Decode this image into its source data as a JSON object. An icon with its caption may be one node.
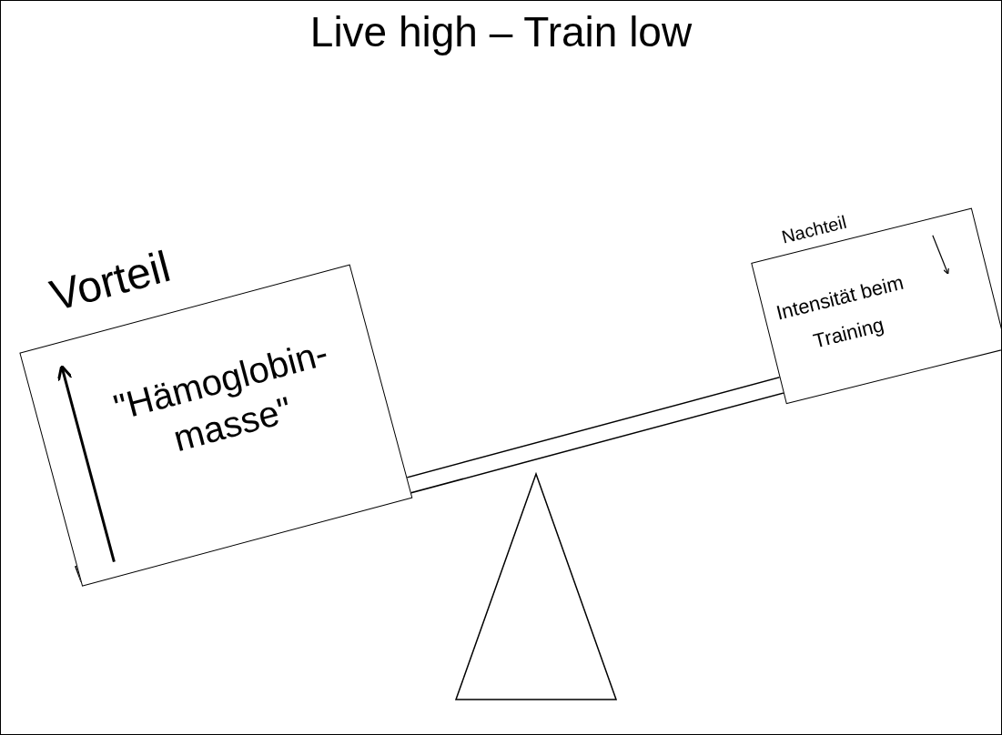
{
  "diagram": {
    "title": "Live high – Train low",
    "nodes": [
      {
        "text": [
          "Vorteil",
          "\"Hämoglobin- masse\""
        ]
      },
      {
        "text": [
          "Nachteil",
          "Intensität beim Training"
        ]
      }
    ]
  }
}
